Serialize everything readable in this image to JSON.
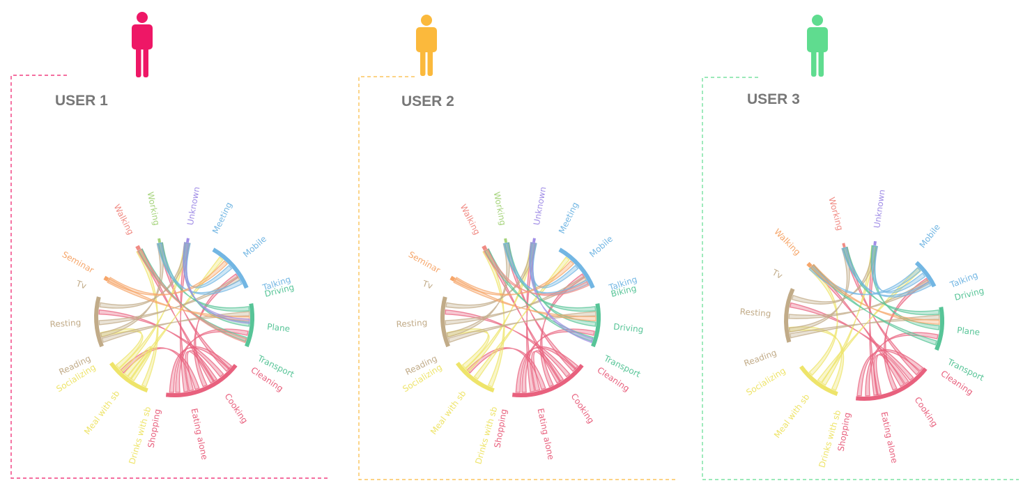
{
  "colors": {
    "user1": "#ee1766",
    "user2": "#fbb93c",
    "user3": "#5fdc8f",
    "work": "#a5d37b",
    "unknown": "#a08de6",
    "walking": "#f08b84",
    "seminar": "#f6a66a",
    "mobile": "#72b6e3",
    "transport": "#57c497",
    "home": "#c1ab88",
    "social": "#eee46a",
    "chores": "#e8617e"
  },
  "users": [
    {
      "title": "USER 1",
      "icon": "person-icon",
      "groups": [
        {
          "key": "walking",
          "color": "walking",
          "labels": [
            "Walking"
          ]
        },
        {
          "key": "working",
          "color": "work",
          "labels": [
            "Working"
          ]
        },
        {
          "key": "unknown",
          "color": "unknown",
          "labels": [
            "Unknown"
          ]
        },
        {
          "key": "mobile",
          "color": "mobile",
          "labels": [
            "Meeting",
            "Mobile",
            "Talking"
          ]
        },
        {
          "key": "transport",
          "color": "transport",
          "labels": [
            "Driving",
            "Plane",
            "Transport"
          ]
        },
        {
          "key": "chores",
          "color": "chores",
          "labels": [
            "Cleaning",
            "Cooking",
            "Eating alone",
            "Shopping"
          ]
        },
        {
          "key": "social",
          "color": "social",
          "labels": [
            "Drinks with sb",
            "Meal with sb",
            "Socializing"
          ]
        },
        {
          "key": "home",
          "color": "home",
          "labels": [
            "Reading",
            "Resting",
            "Tv"
          ]
        },
        {
          "key": "seminar",
          "color": "seminar",
          "labels": [
            "Seminar"
          ]
        }
      ]
    },
    {
      "title": "USER 2",
      "icon": "person-icon",
      "groups": [
        {
          "key": "walking",
          "color": "walking",
          "labels": [
            "Walking"
          ]
        },
        {
          "key": "working",
          "color": "work",
          "labels": [
            "Working"
          ]
        },
        {
          "key": "unknown",
          "color": "unknown",
          "labels": [
            "Unknown"
          ]
        },
        {
          "key": "mobile",
          "color": "mobile",
          "labels": [
            "Meeting",
            "Mobile",
            "Talking"
          ]
        },
        {
          "key": "transport",
          "color": "transport",
          "labels": [
            "Biking",
            "Driving",
            "Transport"
          ]
        },
        {
          "key": "chores",
          "color": "chores",
          "labels": [
            "Cleaning",
            "Cooking",
            "Eating alone",
            "Shopping"
          ]
        },
        {
          "key": "social",
          "color": "social",
          "labels": [
            "Drinks with sb",
            "Meal with sb",
            "Socializing"
          ]
        },
        {
          "key": "home",
          "color": "home",
          "labels": [
            "Reading",
            "Resting",
            "Tv"
          ]
        },
        {
          "key": "seminar",
          "color": "seminar",
          "labels": [
            "Seminar"
          ]
        }
      ]
    },
    {
      "title": "USER 3",
      "icon": "person-icon",
      "groups": [
        {
          "key": "walking",
          "color": "seminar",
          "labels": [
            "Walking"
          ]
        },
        {
          "key": "working",
          "color": "walking",
          "labels": [
            "Working"
          ]
        },
        {
          "key": "unknown",
          "color": "unknown",
          "labels": [
            "Unknown"
          ]
        },
        {
          "key": "mobile",
          "color": "mobile",
          "labels": [
            "Mobile",
            "Talking"
          ]
        },
        {
          "key": "transport",
          "color": "transport",
          "labels": [
            "Driving",
            "Plane",
            "Transport"
          ]
        },
        {
          "key": "chores",
          "color": "chores",
          "labels": [
            "Cleaning",
            "Cooking",
            "Eating alone",
            "Shopping"
          ]
        },
        {
          "key": "social",
          "color": "social",
          "labels": [
            "Drinks with sb",
            "Meal with sb",
            "Socializing"
          ]
        },
        {
          "key": "home",
          "color": "home",
          "labels": [
            "Reading",
            "Resting",
            "Tv"
          ]
        }
      ]
    }
  ]
}
